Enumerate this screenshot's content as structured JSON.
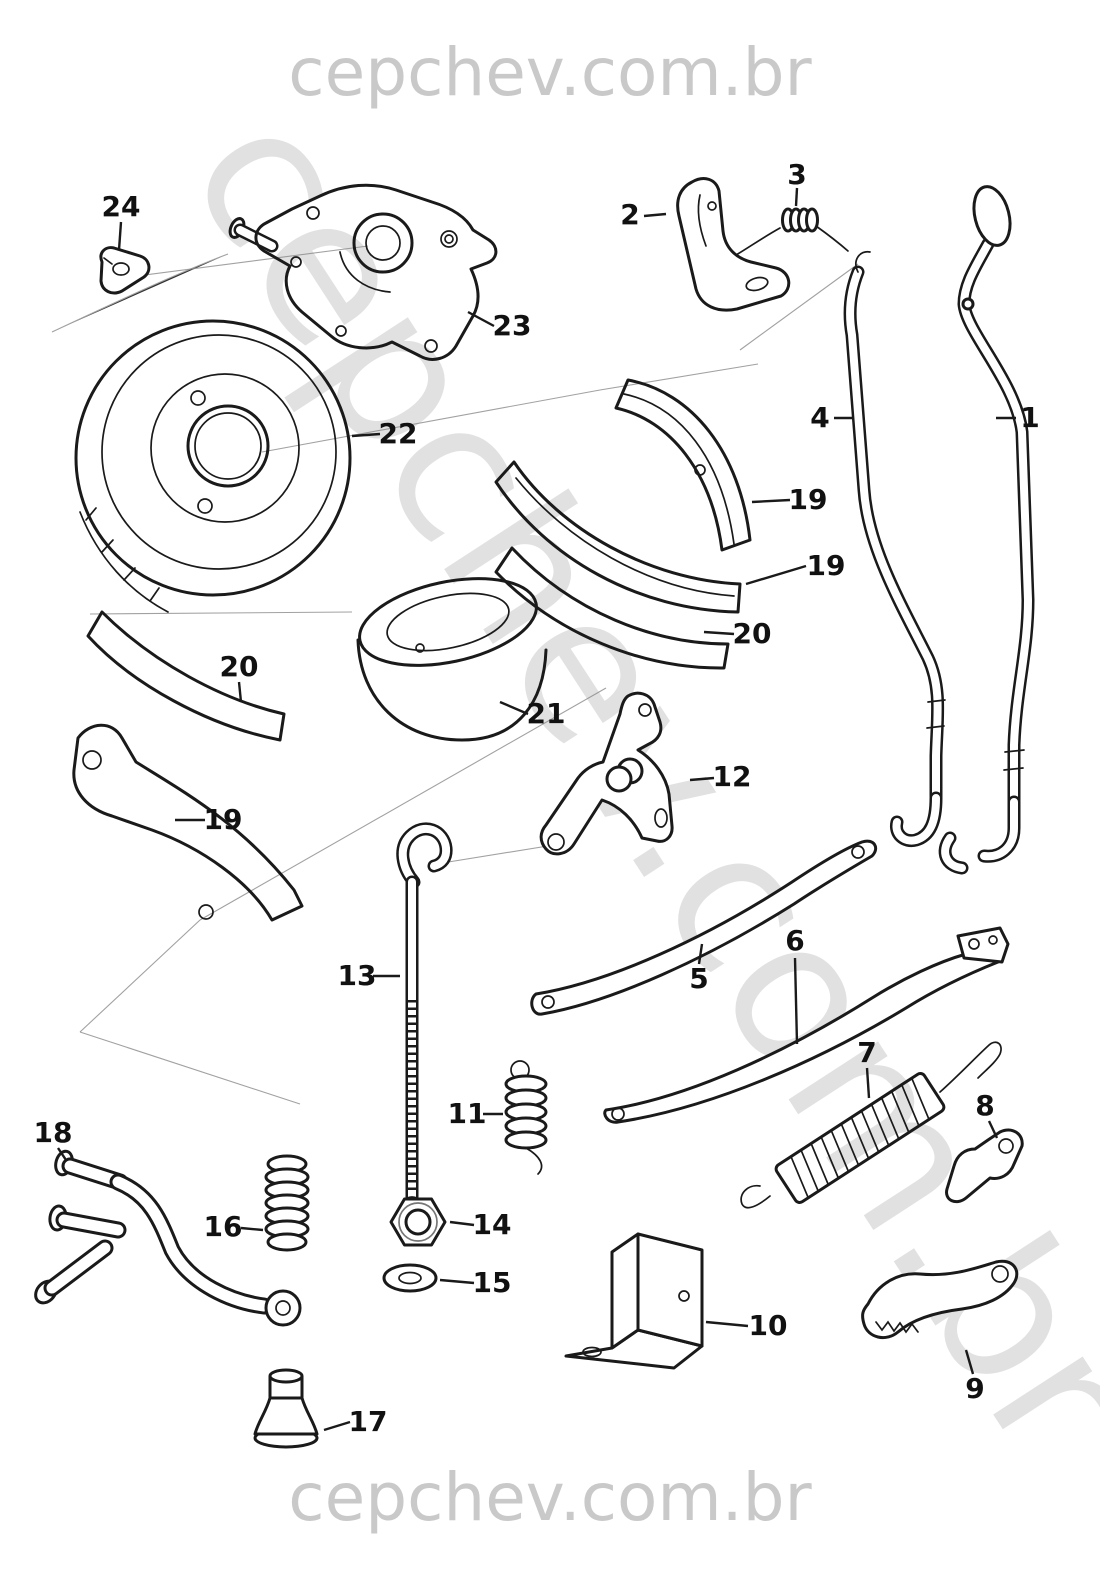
{
  "watermarks": {
    "top": "cepchev.com.br",
    "diagonal": "cepchev.com.br",
    "bottom": "cepchev.com.br"
  },
  "colors": {
    "line": "#1a1a1a",
    "watermark_light": "#dedede",
    "watermark_header": "#c9c9c9",
    "background": "#ffffff"
  },
  "diagram": {
    "description": "Exploded parts diagram with numbered callouts",
    "labels": {
      "p1": "1",
      "p2": "2",
      "p3": "3",
      "p4": "4",
      "p5": "5",
      "p6": "6",
      "p7": "7",
      "p8": "8",
      "p9": "9",
      "p10": "10",
      "p11": "11",
      "p12": "12",
      "p13": "13",
      "p14": "14",
      "p15": "15",
      "p16": "16",
      "p17": "17",
      "p18": "18",
      "p19a": "19",
      "p19b": "19",
      "p19c": "19",
      "p20a": "20",
      "p20b": "20",
      "p21": "21",
      "p22": "22",
      "p23": "23",
      "p24": "24"
    }
  }
}
